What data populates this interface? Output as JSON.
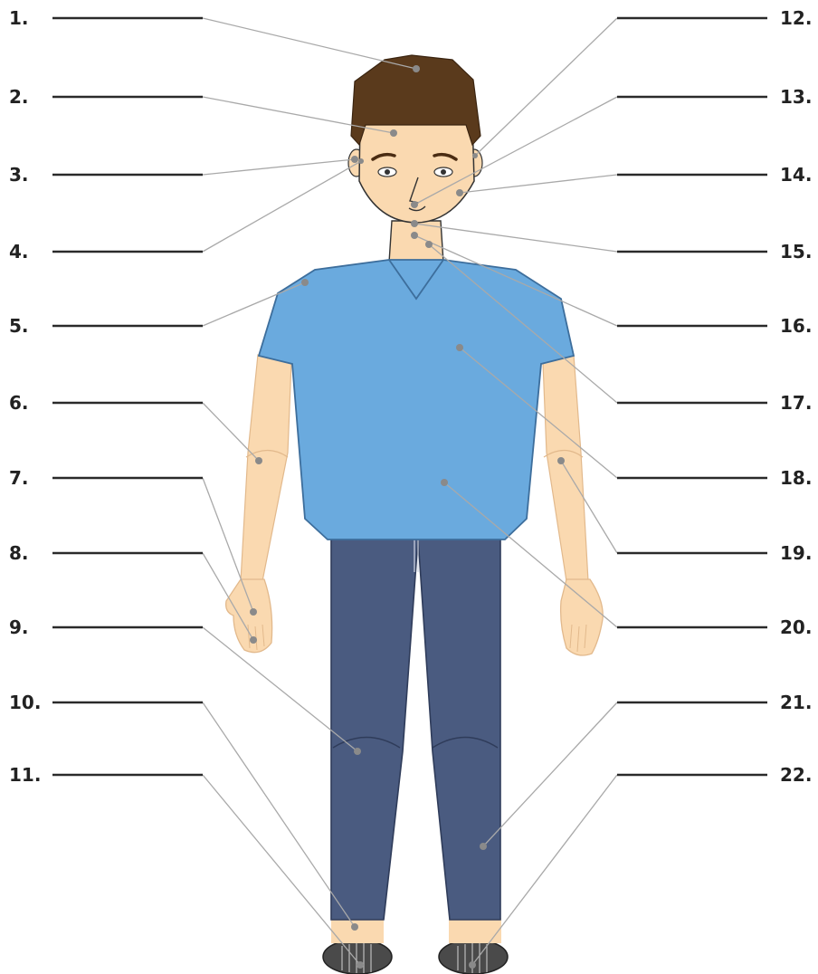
{
  "labels": {
    "left": [
      "1.",
      "2.",
      "3.",
      "4.",
      "5.",
      "6.",
      "7.",
      "8.",
      "9.",
      "10.",
      "11."
    ],
    "right": [
      "12.",
      "13.",
      "14.",
      "15.",
      "16.",
      "17.",
      "18.",
      "19.",
      "20.",
      "21.",
      "22."
    ]
  },
  "colors": {
    "hair": "#5a3a1c",
    "skin": "#fad9b0",
    "shirt": "#6aaade",
    "shirt_outline": "#3d6e9c",
    "pants": "#4a5b80",
    "pants_outline": "#2f3c5a",
    "shoe": "#4a4a4a"
  }
}
